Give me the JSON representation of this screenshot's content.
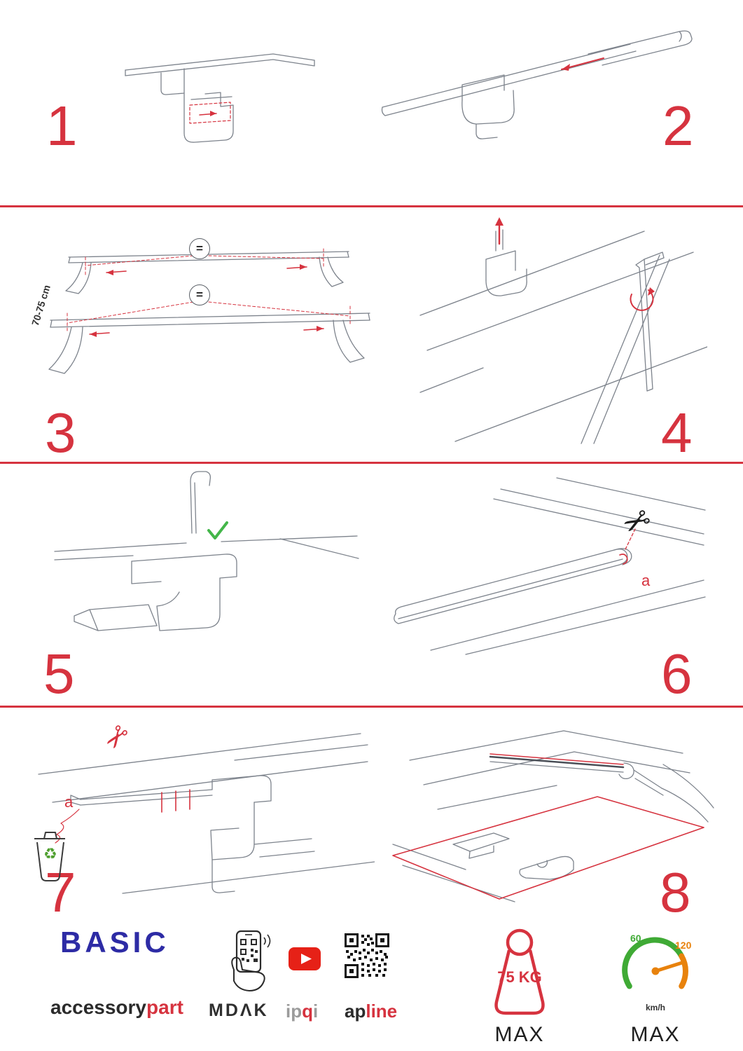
{
  "colors": {
    "accent_red": "#d6333f",
    "drawing_line_gray": "#7d838c",
    "basic_blue": "#2d2ba5",
    "check_green": "#43b649",
    "recycle_green": "#4f9f2f",
    "youtube_red": "#e62117",
    "speed_green": "#3faa35",
    "speed_orange": "#e8820c"
  },
  "steps": [
    {
      "number": "1"
    },
    {
      "number": "2"
    },
    {
      "number": "3"
    },
    {
      "number": "4"
    },
    {
      "number": "5"
    },
    {
      "number": "6"
    },
    {
      "number": "7"
    },
    {
      "number": "8"
    }
  ],
  "step3": {
    "measurement": "70-75 cm",
    "equals": "="
  },
  "step6": {
    "cut_label": "a"
  },
  "step7": {
    "cut_label": "a"
  },
  "icons": {
    "scissors": "✂",
    "recycle": "♻"
  },
  "footer": {
    "basic": "BASIC",
    "accessory": "accessory",
    "part": "part",
    "mdak": "MDΛK",
    "ipqi": {
      "ip": "ip",
      "q": "q",
      "i": "i"
    },
    "apline": {
      "ap": "ap",
      "line": "line"
    },
    "weight_limit": "75 KG",
    "weight_max": "MAX",
    "speed_low": "60",
    "speed_high": "120",
    "speed_unit": "km/h",
    "speed_max": "MAX"
  }
}
